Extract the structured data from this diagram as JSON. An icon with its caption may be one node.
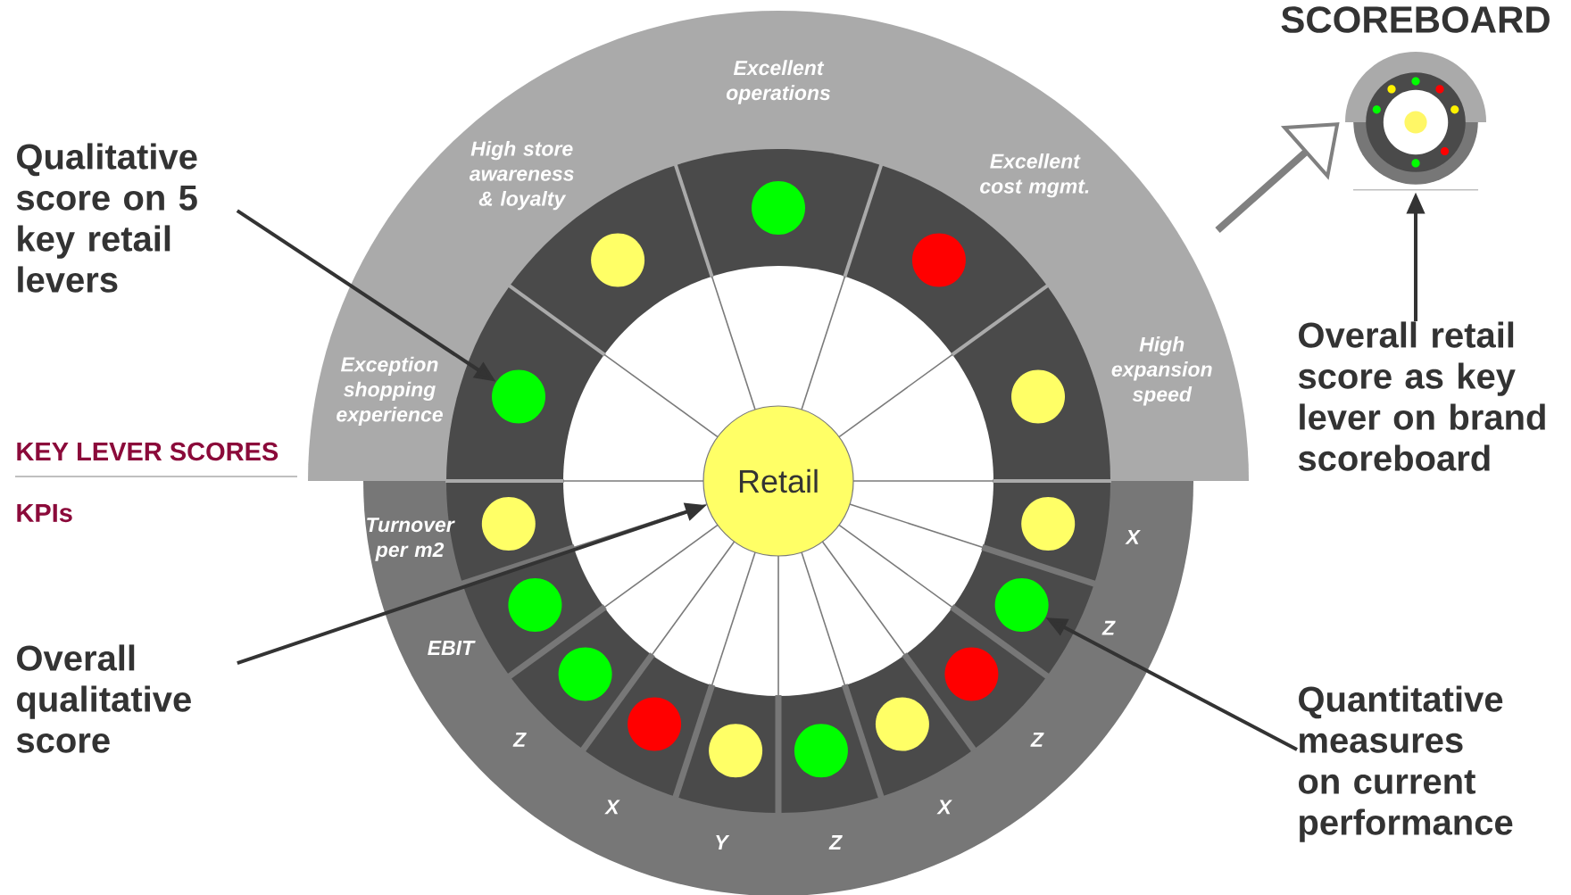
{
  "diagram": {
    "nodes": [
      {
        "text": [
          "Qualitative score on 5 key retail levers"
        ]
      },
      {
        "text": [
          "Overall qualitative score"
        ]
      },
      {
        "text": [
          "Quantitative measures on current performance"
        ]
      },
      {
        "text": [
          "Overall retail score as key lever on brand scoreboard"
        ]
      },
      {
        "text": [],
        "shape": "picture",
        "beside": [
          "SCOREBOARD"
        ]
      },
      {
        "text": [
          "Retail"
        ]
      },
      {
        "text": [],
        "shape": "circle"
      },
      {
        "text": [],
        "shape": "circle"
      },
      {
        "text": [],
        "shape": "circle"
      },
      {
        "text": [],
        "shape": "circle"
      },
      {
        "text": [],
        "shape": "circle"
      },
      {
        "text": [],
        "shape": "circle"
      },
      {
        "text": [],
        "shape": "circle"
      },
      {
        "text": [],
        "shape": "circle"
      },
      {
        "text": [],
        "shape": "circle"
      },
      {
        "text": [],
        "shape": "circle"
      },
      {
        "text": [],
        "shape": "circle"
      },
      {
        "text": [],
        "shape": "circle"
      },
      {
        "text": [],
        "shape": "circle"
      },
      {
        "text": [],
        "shape": "circle"
      },
      {
        "text": [],
        "shape": "circle"
      }
    ],
    "edges": [
      {
        "from": 0,
        "to": 6,
        "arrow": "to"
      },
      {
        "from": 1,
        "to": 5,
        "arrow": "to"
      },
      {
        "from": 2,
        "to": 19,
        "arrow": "to"
      },
      {
        "from": 3,
        "to": 4,
        "arrow": "to"
      },
      {
        "from": null,
        "to": 4,
        "arrow": "to",
        "style": "thick",
        "color": "#808080"
      }
    ],
    "labels": [
      "KEY LEVER SCORES",
      "KPIs",
      "Exception shopping experience",
      "High store awareness & loyalty",
      "Excellent operations",
      "Excellent cost mgmt.",
      "High expansion speed",
      "Turnover per m2",
      "EBIT",
      "Z",
      "X",
      "Y",
      "Z",
      "X",
      "Z",
      "Z",
      "X"
    ]
  }
}
